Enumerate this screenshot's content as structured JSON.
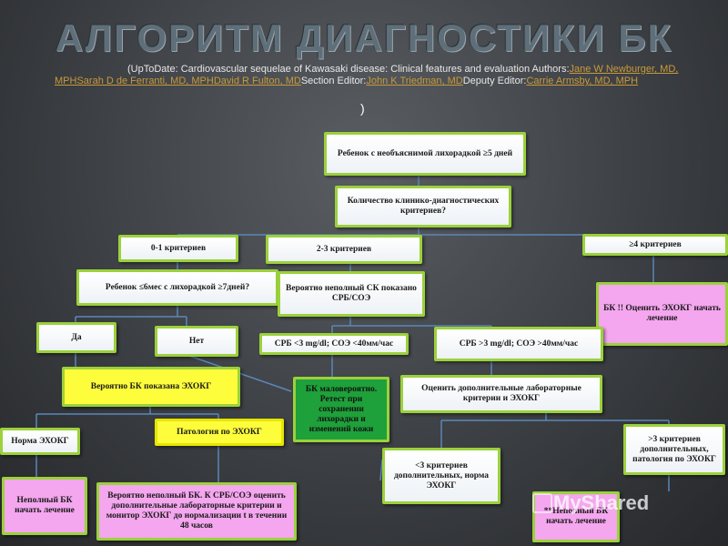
{
  "title": "АЛГОРИТМ ДИАГНОСТИКИ БК",
  "meta": {
    "open": "(",
    "source": "UpToDate: Cardiovascular sequelae of Kawasaki disease: Clinical features and evaluation",
    "authors_label": "Authors:",
    "author1": "Jane W Newburger, MD, MPH",
    "author2": "Sarah D de Ferranti, MD, MPH",
    "author3": "David R Fulton, MD",
    "section_editor_label": "Section Editor:",
    "section_editor": "John K Triedman, MD",
    "deputy_editor_label": "Deputy Editor:",
    "deputy_editor": "Carrie Armsby, MD, MPH",
    "close": ")"
  },
  "nodes": {
    "fever": "Ребенок с необъяснимой лихорадкой ≥5 дней",
    "criteria_count": "Количество клинико-диагностических критериев?",
    "c01": "0-1 критериев",
    "c23": "2-3 критериев",
    "c4": "≥4 критериев",
    "age_question": "Ребенок ≤6мес с лихорадкой ≥7дней?",
    "incomplete_possible": "Вероятно неполный СК показано СРБ/СОЭ",
    "bk_echo": "БК !! Оценить ЭХОКГ начать лечение",
    "yes": "Да",
    "no": "Нет",
    "crp_low": "СРБ <3 mg/dl; СОЭ <40мм/час",
    "crp_high": "СРБ >3 mg/dl; СОЭ >40мм/час",
    "bk_possible_echo": "Вероятно БК показана ЭХОКГ",
    "unlikely": "БК маловероятно. Ретест при сохранении лихорадки и изменений кожи",
    "eval_labs": "Оценить дополнительные лабораторные критерии и ЭХОКГ",
    "normal_echo": "Норма ЭХОКГ",
    "patho_echo": "Патология по ЭХОКГ",
    "gt3": ">3 критериев дополнительных, патология по ЭХОКГ",
    "lt3": "<3 критериев дополнительных, норма ЭХОКГ",
    "incomplete_treat": "Неполный БК начать лечение",
    "probably_incomplete": "Вероятно неполный БК. К СРБ/СОЭ оценить дополнительные лабораторные критерии и монитор ЭХОКГ до нормализации t в течении 48 часов",
    "incomplete_treat2": "**Неполный БК начать лечение"
  },
  "watermark": "MyShared"
}
